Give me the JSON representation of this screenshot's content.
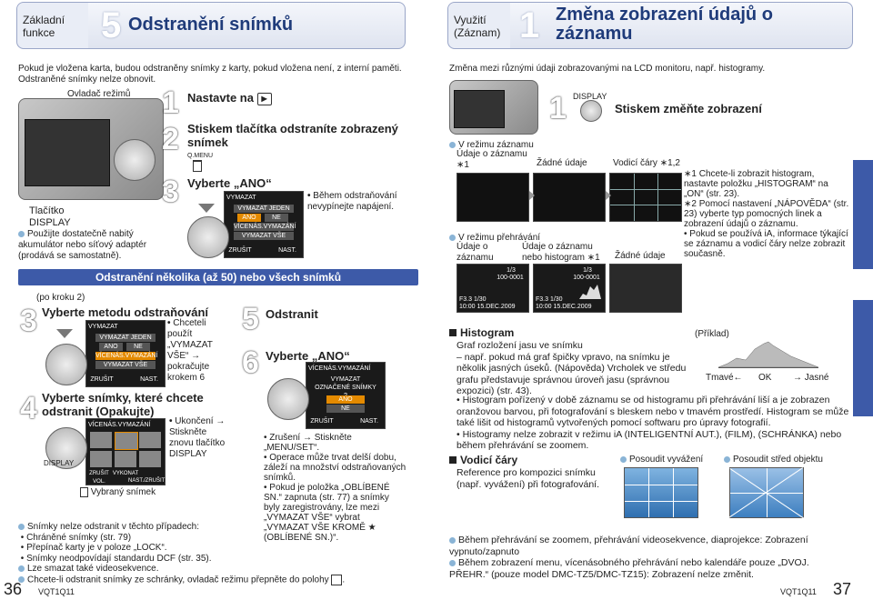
{
  "left": {
    "header": {
      "section": "Základní funkce",
      "number": "5",
      "title": "Odstranění snímků"
    },
    "intro": "Pokud je vložena karta, budou odstraněny snímky z karty, pokud vložena není, z interní paměti. Odstraněné snímky nelze obnovit.",
    "mode_dial_label": "Ovladač režimů",
    "display_button_label": "Tlačítko DISPLAY",
    "battery_note": "Použijte dostatečně nabitý akumulátor nebo síťový adaptér (prodává se samostatně).",
    "step1": {
      "num": "1",
      "text": "Nastavte na"
    },
    "step2": {
      "num": "2",
      "text": "Stiskem tlačítka odstraníte zobrazený snímek",
      "qmenu": "Q.MENU"
    },
    "step3": {
      "num": "3",
      "text": "Vyberte „ANO“"
    },
    "menu1": {
      "title": "VYMAZAT",
      "items": [
        "VYMAZAT JEDEN",
        "ANO",
        "NE",
        "VÍCENÁS.VYMAZÁNÍ",
        "VYMAZAT VŠE"
      ],
      "footer_left": "ZRUŠIT",
      "footer_right": "NAST."
    },
    "power_note": "Během odstraňování nevypínejte napájení.",
    "bar": "Odstranění několika (až 50) nebo všech snímků",
    "from_step": "(po kroku 2)",
    "m3": {
      "num": "3",
      "text": "Vyberte metodu odstraňování"
    },
    "m3_note": "Chceteli použít „VYMAZAT VŠE“ → pokračujte krokem 6",
    "menu2": {
      "title": "VYMAZAT",
      "items": [
        "VYMAZAT JEDEN",
        "ANO",
        "NE",
        "VÍCENÁS.VYMAZÁNÍ",
        "VYMAZAT VŠE"
      ],
      "footer_left": "ZRUŠIT",
      "footer_right": "NAST."
    },
    "m4": {
      "num": "4",
      "text": "Vyberte snímky, které chcete odstranit (Opakujte)"
    },
    "m4_note": "Ukončení → Stiskněte znovu tlačítko DISPLAY",
    "menu3": {
      "title": "VÍCENÁS.VYMAZÁNÍ",
      "footer_left": "ZRUŠIT VOL.",
      "footer_mid": "VYKONAT",
      "footer_right": "NAST./ZRUŠIT"
    },
    "display_small": "DISPLAY",
    "selected_image": "Vybraný snímek",
    "m5": {
      "num": "5",
      "text": "Odstranit"
    },
    "m6": {
      "num": "6",
      "text": "Vyberte „ANO“"
    },
    "menu4": {
      "title": "VÍCENÁS.VYMAZÁNÍ",
      "question": "VYMAZAT OZNAČENÉ SNÍMKY ?",
      "yes": "ANO",
      "no": "NE",
      "footer_left": "ZRUŠIT",
      "footer_right": "NAST."
    },
    "notes56": [
      "Zrušení → Stiskněte „MENU/SET“.",
      "Operace může trvat delší dobu, záleží na množství odstraňovaných snímků.",
      "Pokud je položka „OBLÍBENÉ SN.“ zapnuta (str. 77) a snímky byly zaregistrovány, lze mezi „VYMAZAT VŠE“ vybrat „VYMAZAT VŠE KROMĚ ★ (OBLÍBENÉ SN.)“."
    ],
    "cannot_delete": "Snímky nelze odstranit v těchto případech:",
    "cannot_items": [
      "Chráněné snímky (str. 79)",
      "Přepínač karty je v poloze „LOCK“.",
      "Snímky neodpovídají standardu DCF (str. 35)."
    ],
    "movie_note": "Lze smazat také videosekvence.",
    "clipboard_note": "Chcete-li odstranit snímky ze schránky, ovladač režimu přepněte do polohy",
    "page": "36",
    "code": "VQT1Q11"
  },
  "right": {
    "header": {
      "section": "Využití (Záznam)",
      "number": "1",
      "title": "Změna zobrazení údajů o záznamu"
    },
    "intro": "Změna mezi různými údaji zobrazovanými na LCD monitoru, např. histogramy.",
    "step1": {
      "num": "1",
      "button": "DISPLAY",
      "text": "Stiskem změňte zobrazení"
    },
    "rec_mode": "V režimu záznamu",
    "rec_labels": [
      "Údaje o záznamu ∗1",
      "Žádné údaje",
      "Vodicí čáry ∗1,2"
    ],
    "play_mode": "V režimu přehrávání",
    "play_labels": [
      "Údaje o záznamu",
      "Údaje o záznamu nebo histogram ∗1",
      "Žádné údaje"
    ],
    "play_info": [
      "1/3",
      "100-0001",
      "F3.3 1/30",
      "10:00 15.DEC.2009"
    ],
    "footnotes": [
      {
        "mark": "∗1",
        "text": "Chcete-li zobrazit histogram, nastavte položku „HISTOGRAM“ na „ON“ (str. 23)."
      },
      {
        "mark": "∗2",
        "text": "Pomocí nastavení „NÁPOVĚDA“ (str. 23) vyberte typ pomocných linek a zobrazení údajů o záznamu."
      }
    ],
    "ia_note": "Pokud se používá iA, informace týkající se záznamu a vodicí čáry nelze zobrazit současně.",
    "histogram": {
      "title": "Histogram",
      "example": "(Příklad)",
      "lines": [
        "Graf rozložení jasu ve snímku",
        "– např. pokud má graf špičky vpravo, na snímku je několik jasných úseků. (Nápověda) Vrcholek ve středu grafu představuje správnou úroveň jasu (správnou expozici) (str. 43)."
      ],
      "bullets": [
        "Histogram pořízený v době záznamu se od histogramu při přehrávání liší a je zobrazen oranžovou barvou, při fotografování s bleskem nebo v tmavém prostředí. Histogram se může také lišit od histogramů vytvořených pomocí softwaru pro úpravy fotografií.",
        "Histogramy nelze zobrazit v režimu iA (INTELIGENTNÍ AUT.), (FILM), (SCHRÁNKA) nebo během přehrávání se zoomem."
      ],
      "axis": {
        "dark": "Tmavé←",
        "ok": "OK",
        "bright": "→ Jasné"
      }
    },
    "guide": {
      "title": "Vodicí čáry",
      "text": "Reference pro kompozici snímku (např. vyvážení) při fotografování.",
      "balance": "Posoudit vyvážení",
      "center": "Posoudit střed objektu"
    },
    "zoom_note": "Během přehrávání se zoomem, přehrávání videosekvence, diaprojekce: Zobrazení vypnuto/zapnuto",
    "menu_note": "Během zobrazení menu, vícenásobného přehrávání nebo kalendáře pouze „DVOJ. PŘEHR.“ (pouze model DMC-TZ5/DMC-TZ15): Zobrazení nelze změnit.",
    "code": "VQT1Q11",
    "page": "37"
  }
}
